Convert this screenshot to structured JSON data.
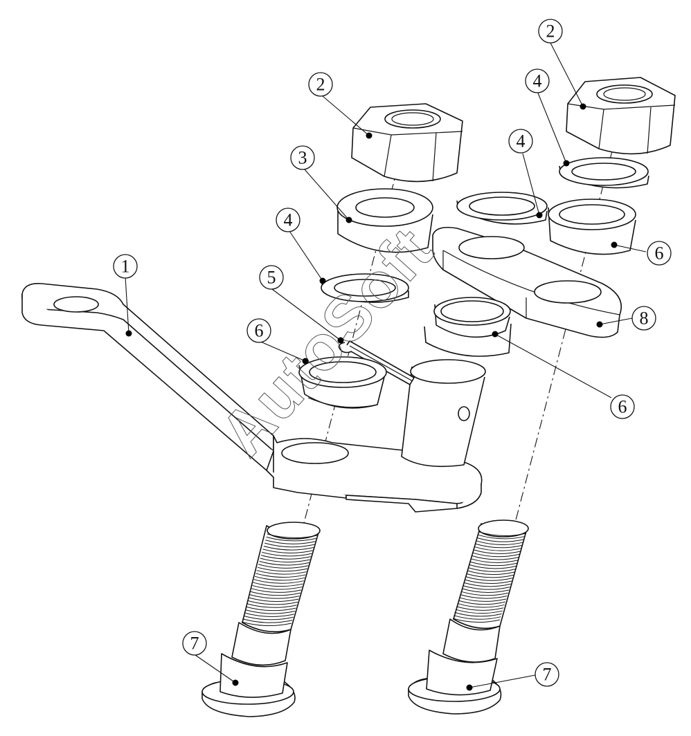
{
  "diagram": {
    "watermark": "AutoSoft",
    "callouts": [
      {
        "id": "callout-1",
        "label": "1"
      },
      {
        "id": "callout-2a",
        "label": "2"
      },
      {
        "id": "callout-2b",
        "label": "2"
      },
      {
        "id": "callout-3",
        "label": "3"
      },
      {
        "id": "callout-4a",
        "label": "4"
      },
      {
        "id": "callout-4b",
        "label": "4"
      },
      {
        "id": "callout-4c",
        "label": "4"
      },
      {
        "id": "callout-5",
        "label": "5"
      },
      {
        "id": "callout-6a",
        "label": "6"
      },
      {
        "id": "callout-6b",
        "label": "6"
      },
      {
        "id": "callout-6c",
        "label": "6"
      },
      {
        "id": "callout-7a",
        "label": "7"
      },
      {
        "id": "callout-7b",
        "label": "7"
      },
      {
        "id": "callout-8",
        "label": "8"
      }
    ]
  }
}
